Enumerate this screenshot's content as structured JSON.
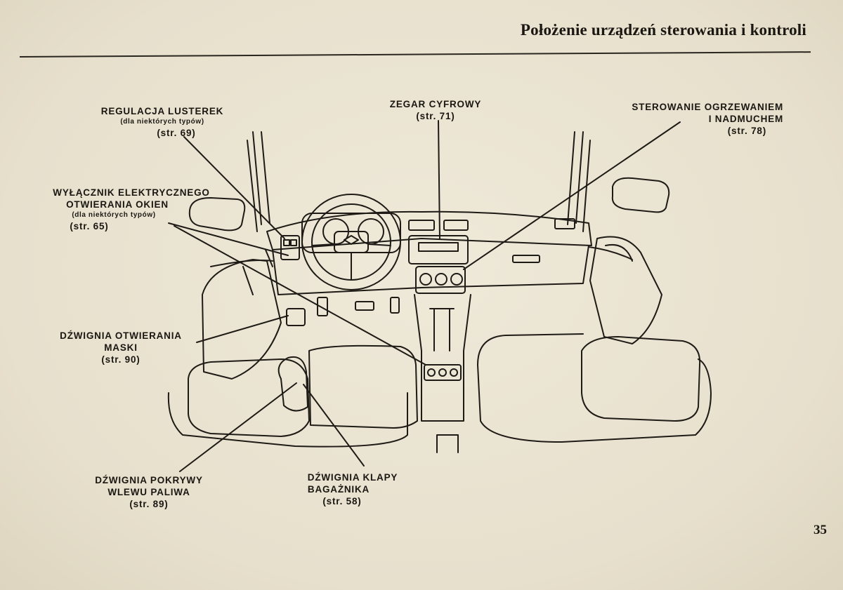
{
  "header": {
    "title": "Położenie urządzeń sterowania i kontroli"
  },
  "page_number": "35",
  "callouts": {
    "mirrors": {
      "line1": "REGULACJA LUSTEREK",
      "note": "(dla niektórych typów)",
      "ref": "(str. 69)"
    },
    "windows": {
      "line1": "WYŁĄCZNIK ELEKTRYCZNEGO",
      "line2": "OTWIERANIA OKIEN",
      "note": "(dla niektórych typów)",
      "ref": "(str. 65)"
    },
    "clock": {
      "line1": "ZEGAR CYFROWY",
      "ref": "(str. 71)"
    },
    "heating": {
      "line1": "STEROWANIE OGRZEWANIEM",
      "line2": "I NADMUCHEM",
      "ref": "(str. 78)"
    },
    "hood": {
      "line1": "DŹWIGNIA OTWIERANIA",
      "line2": "MASKI",
      "ref": "(str. 90)"
    },
    "fuel": {
      "line1": "DŹWIGNIA POKRYWY",
      "line2": "WLEWU PALIWA",
      "ref": "(str. 89)"
    },
    "trunk": {
      "line1": "DŹWIGNIA KLAPY",
      "line2": "BAGAŻNIKA",
      "ref": "(str. 58)"
    }
  }
}
